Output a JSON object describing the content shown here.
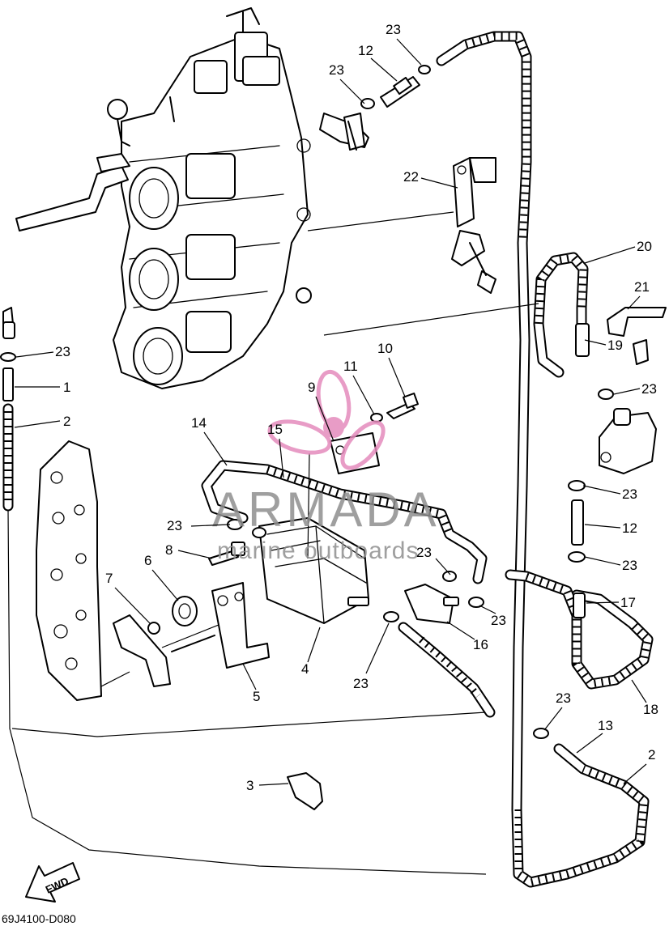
{
  "diagram": {
    "drawing_code": "69J4100-D080",
    "fwd_label": "FWD",
    "watermark": {
      "brand": "ARMADA",
      "tagline": "marine outboards",
      "logo_color": "#e58bbd",
      "text_color": "#8f8f8f"
    },
    "callouts": {
      "c1": "1",
      "c2a": "2",
      "c2b": "2",
      "c3": "3",
      "c4": "4",
      "c5": "5",
      "c6": "6",
      "c7": "7",
      "c8": "8",
      "c9": "9",
      "c10": "10",
      "c11": "11",
      "c12a": "12",
      "c12b": "12",
      "c13": "13",
      "c14": "14",
      "c15": "15",
      "c16": "16",
      "c17": "17",
      "c18": "18",
      "c19": "19",
      "c20": "20",
      "c21": "21",
      "c22": "22",
      "c23a": "23",
      "c23b": "23",
      "c23c": "23",
      "c23d": "23",
      "c23e": "23",
      "c23f": "23",
      "c23g": "23",
      "c23h": "23",
      "c23i": "23",
      "c23j": "23",
      "c23k": "23"
    }
  }
}
